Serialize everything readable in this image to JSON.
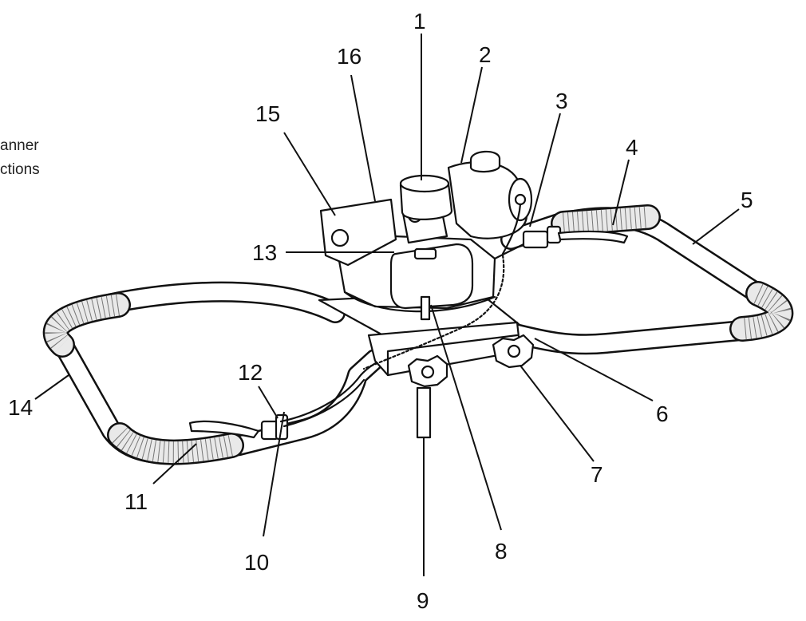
{
  "cropped_text": {
    "line1": "anner",
    "line2": "ctions"
  },
  "callouts": [
    {
      "id": "1",
      "text": "1"
    },
    {
      "id": "2",
      "text": "2"
    },
    {
      "id": "3",
      "text": "3"
    },
    {
      "id": "4",
      "text": "4"
    },
    {
      "id": "5",
      "text": "5"
    },
    {
      "id": "6",
      "text": "6"
    },
    {
      "id": "7",
      "text": "7"
    },
    {
      "id": "8",
      "text": "8"
    },
    {
      "id": "9",
      "text": "9"
    },
    {
      "id": "10",
      "text": "10"
    },
    {
      "id": "11",
      "text": "11"
    },
    {
      "id": "12",
      "text": "12"
    },
    {
      "id": "13",
      "text": "13"
    },
    {
      "id": "14",
      "text": "14"
    },
    {
      "id": "15",
      "text": "15"
    },
    {
      "id": "16",
      "text": "16"
    }
  ]
}
